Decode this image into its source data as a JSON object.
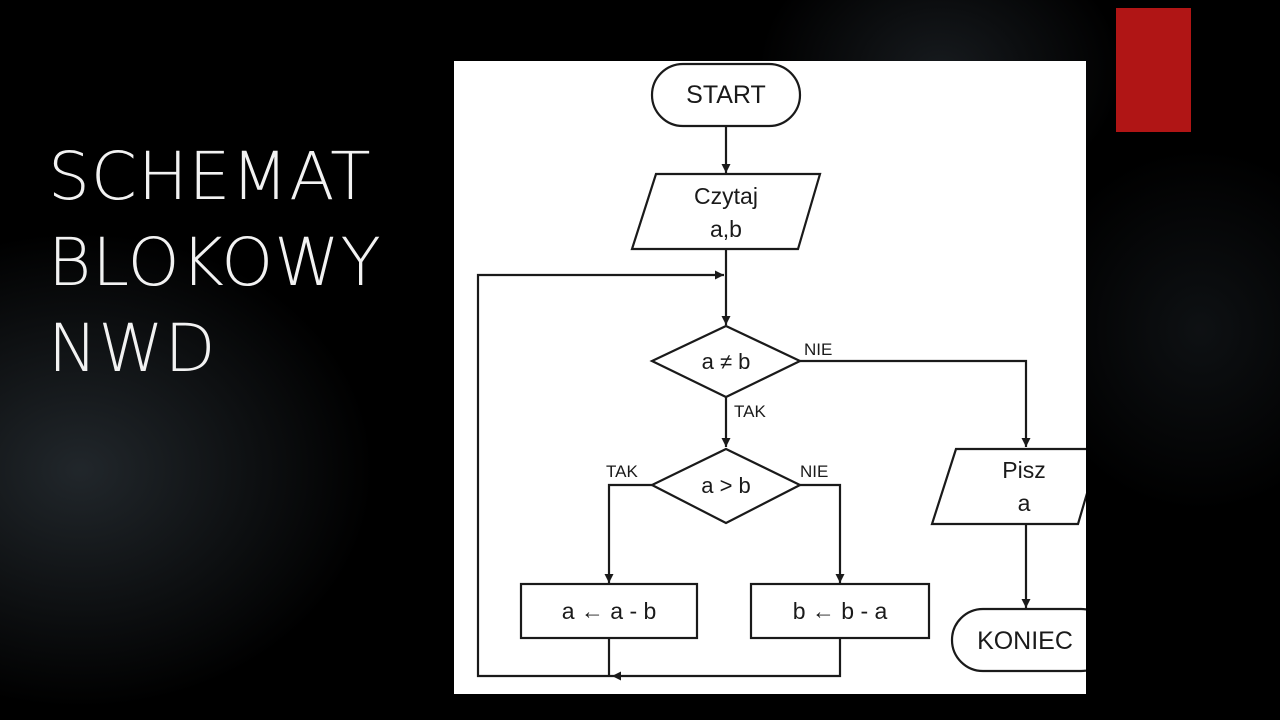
{
  "slide": {
    "title_lines": [
      "SCHEMAT",
      "BLOKOWY",
      "NWD"
    ],
    "accent_color": "#b01515",
    "background_color": "#000000"
  },
  "flowchart": {
    "start": "START",
    "input_line1": "Czytaj",
    "input_line2": "a,b",
    "condition1": "a ≠ b",
    "condition1_yes": "TAK",
    "condition1_no": "NIE",
    "condition2": "a > b",
    "condition2_yes": "TAK",
    "condition2_no": "NIE",
    "process_left": "a ← a - b",
    "process_right": "b ← b - a",
    "output_line1": "Pisz",
    "output_line2": "a",
    "end": "KONIEC"
  }
}
